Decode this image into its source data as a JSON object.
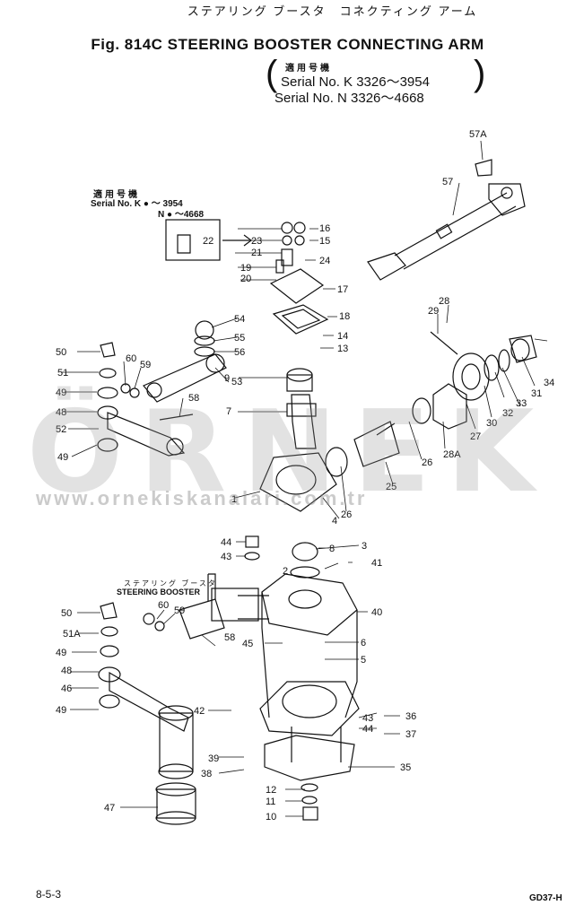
{
  "header": {
    "title_jp": "ステアリング ブースタ　コネクティング アーム",
    "title": "Fig. 814C STEERING BOOSTER CONNECTING ARM",
    "serial_jp": "適用号機",
    "serial_lines": [
      "Serial No. K 3326～3954",
      "Serial No. N 3326～4668"
    ]
  },
  "inset_note": {
    "jp": "適用号機",
    "lines": [
      "Serial No. K ● ～ 3954",
      "N ● ～4668"
    ]
  },
  "sub_label": {
    "jp": "ステアリング ブースタ",
    "en": "STEERING BOOSTER"
  },
  "watermark": {
    "logo": "ÖRNEK",
    "url": "www.ornekiskanalari.com.tr"
  },
  "footer": {
    "page": "8-5-3",
    "code": "GD37-H"
  },
  "parts": [
    {
      "label": "57A"
    },
    {
      "label": "57"
    },
    {
      "label": "22"
    },
    {
      "label": "16"
    },
    {
      "label": "23"
    },
    {
      "label": "15"
    },
    {
      "label": "21"
    },
    {
      "label": "24"
    },
    {
      "label": "19"
    },
    {
      "label": "20"
    },
    {
      "label": "17"
    },
    {
      "label": "18"
    },
    {
      "label": "14"
    },
    {
      "label": "13"
    },
    {
      "label": "28"
    },
    {
      "label": "29"
    },
    {
      "label": "54"
    },
    {
      "label": "55"
    },
    {
      "label": "56"
    },
    {
      "label": "50"
    },
    {
      "label": "60"
    },
    {
      "label": "59"
    },
    {
      "label": "51"
    },
    {
      "label": "53"
    },
    {
      "label": "9"
    },
    {
      "label": "49"
    },
    {
      "label": "58"
    },
    {
      "label": "48"
    },
    {
      "label": "52"
    },
    {
      "label": "7"
    },
    {
      "label": "31"
    },
    {
      "label": "34"
    },
    {
      "label": "33"
    },
    {
      "label": "32"
    },
    {
      "label": "30"
    },
    {
      "label": "27"
    },
    {
      "label": "28A"
    },
    {
      "label": "26"
    },
    {
      "label": "25"
    },
    {
      "label": "49"
    },
    {
      "label": "1"
    },
    {
      "label": "26"
    },
    {
      "label": "4"
    },
    {
      "label": "44"
    },
    {
      "label": "8"
    },
    {
      "label": "3"
    },
    {
      "label": "43"
    },
    {
      "label": "41"
    },
    {
      "label": "2"
    },
    {
      "label": "40"
    },
    {
      "label": "50"
    },
    {
      "label": "60"
    },
    {
      "label": "59"
    },
    {
      "label": "51A"
    },
    {
      "label": "58"
    },
    {
      "label": "45"
    },
    {
      "label": "6"
    },
    {
      "label": "49"
    },
    {
      "label": "5"
    },
    {
      "label": "48"
    },
    {
      "label": "46"
    },
    {
      "label": "42"
    },
    {
      "label": "49"
    },
    {
      "label": "43"
    },
    {
      "label": "36"
    },
    {
      "label": "44"
    },
    {
      "label": "37"
    },
    {
      "label": "39"
    },
    {
      "label": "38"
    },
    {
      "label": "35"
    },
    {
      "label": "12"
    },
    {
      "label": "11"
    },
    {
      "label": "47"
    },
    {
      "label": "10"
    }
  ]
}
